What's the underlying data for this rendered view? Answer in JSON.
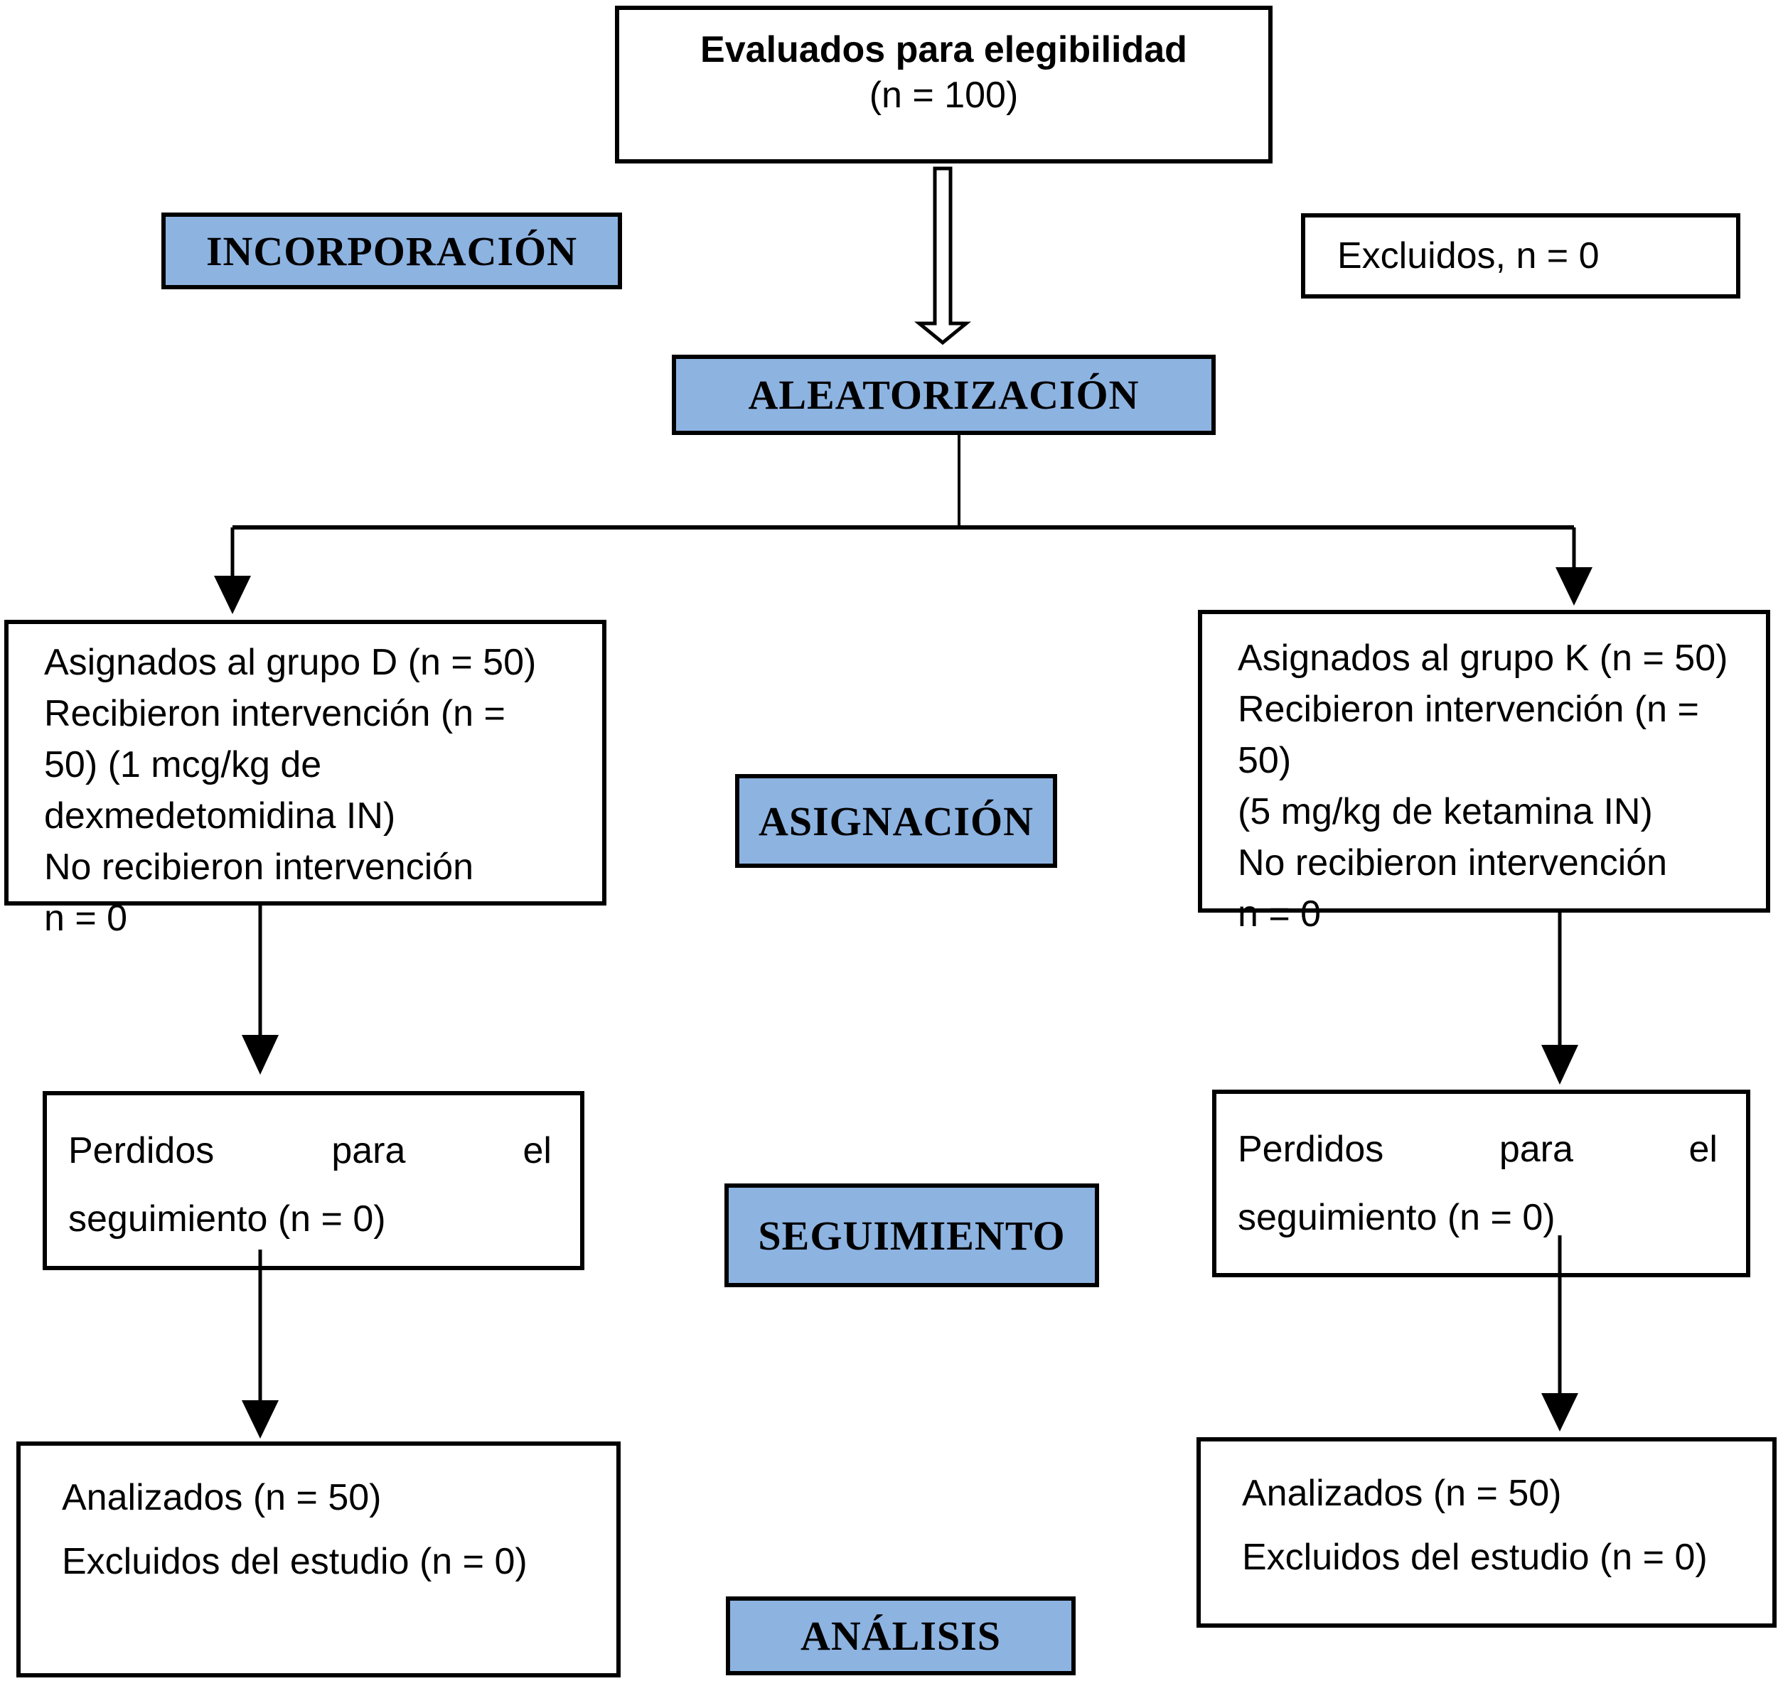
{
  "stages": {
    "incorporacion": "INCORPORACIÓN",
    "aleatorizacion": "ALEATORIZACIÓN",
    "asignacion": "ASIGNACIÓN",
    "seguimiento": "SEGUIMIENTO",
    "analisis": "ANÁLISIS"
  },
  "boxes": {
    "eligibility": {
      "line1": "Evaluados para elegibilidad",
      "line2": "(n = 100)"
    },
    "excluded": {
      "text": "Excluidos, n = 0"
    },
    "group_d": {
      "line1": "Asignados al grupo D (n = 50)",
      "line2": "Recibieron intervención (n =",
      "line3": "50) (1 mcg/kg de",
      "line4": "dexmedetomidina IN)",
      "line5": "No recibieron intervención",
      "line6": "n = 0"
    },
    "group_k": {
      "line1": "Asignados al grupo K (n = 50)",
      "line2": "Recibieron intervención (n =",
      "line3": "50)",
      "line4": "(5 mg/kg de ketamina IN)",
      "line5": "No recibieron intervención",
      "line6": "n = 0"
    },
    "lost_left": {
      "word1": "Perdidos",
      "word2": "para",
      "word3": "el",
      "line2": "seguimiento (n = 0)"
    },
    "lost_right": {
      "word1": "Perdidos",
      "word2": "para",
      "word3": "el",
      "line2": "seguimiento (n = 0)"
    },
    "analyzed_left": {
      "line1": "Analizados (n = 50)",
      "line2": "Excluidos del estudio (n = 0)"
    },
    "analyzed_right": {
      "line1": "Analizados (n = 50)",
      "line2": "Excluidos del estudio (n = 0)"
    }
  },
  "colors": {
    "stage_fill": "#8DB3E1",
    "box_border": "#000000",
    "background": "#FFFFFF"
  }
}
